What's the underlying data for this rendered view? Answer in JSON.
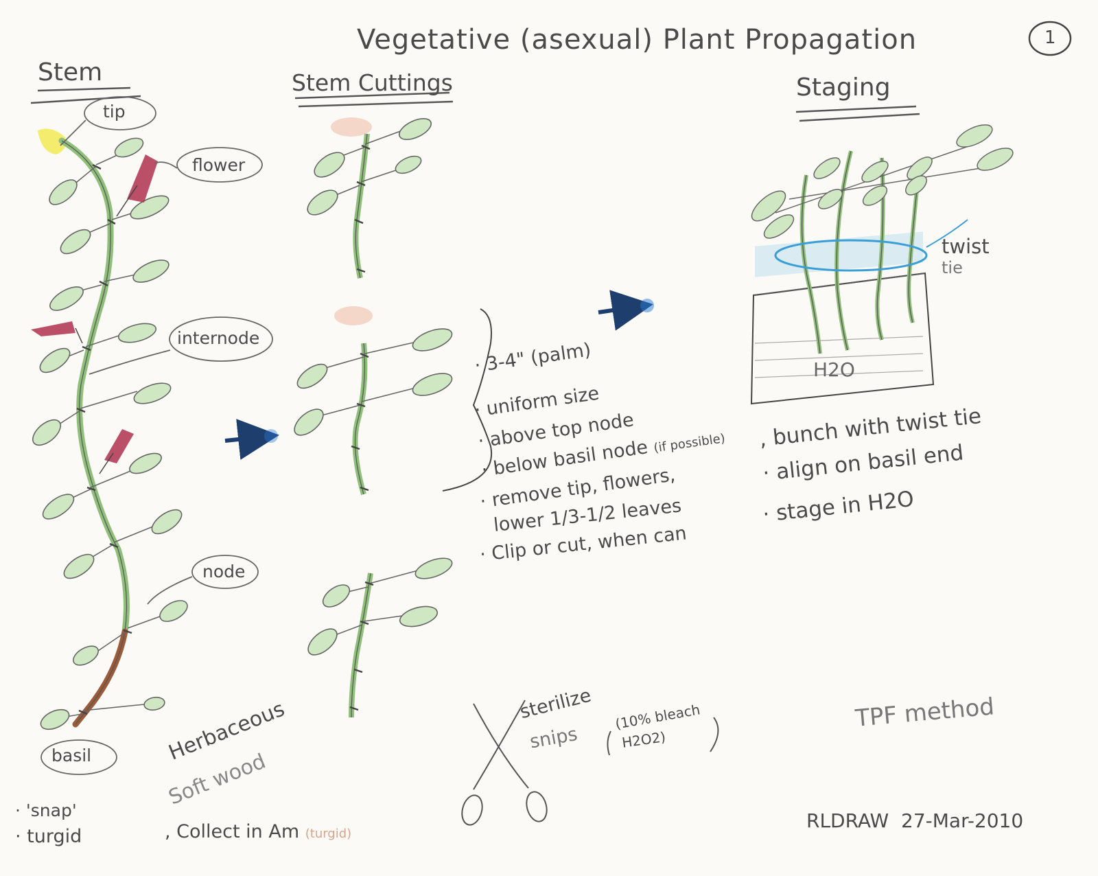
{
  "page": {
    "title": "Vegetative (asexual) Plant Propagation",
    "page_number": "1",
    "credit": "RLDRAW  27-Mar-2010",
    "method": "TPF method"
  },
  "stem_section": {
    "heading": "Stem",
    "labels": {
      "tip": "tip",
      "flower": "flower",
      "internode": "internode",
      "node": "node",
      "basil": "basil"
    },
    "type_lines": [
      "Herbaceous",
      "Soft wood"
    ],
    "bullets": [
      "'snap'",
      "turgid"
    ],
    "collect": "Collect in Am",
    "collect_note": "(turgid)"
  },
  "cuttings_section": {
    "heading": "Stem Cuttings",
    "bullets": [
      "3-4\" (palm)",
      "uniform size",
      "above top node",
      "below basil node",
      "remove tip, flowers,",
      "lower 1/3-1/2 leaves",
      "Clip or cut, when can"
    ],
    "if_possible": "(if possible)"
  },
  "staging_section": {
    "heading": "Staging",
    "twist_tie_label": [
      "twist",
      "tie"
    ],
    "water_label": "H2O",
    "bullets": [
      "bunch with twist tie",
      "align on basil end",
      "stage in H2O"
    ]
  },
  "snips": {
    "lines": [
      "sterilize",
      "snips"
    ],
    "solution": [
      "(10% bleach",
      "H2O2)"
    ]
  },
  "colors": {
    "pencil": "#555555",
    "stem_green": "#8fbf7a",
    "leaf_green": "#a9d49a",
    "flower": "#b0304f",
    "tip_yellow": "#f2e84a",
    "base_brown": "#9b5a3a",
    "arrow_blue": "#2a5c9c",
    "water_blue": "#9fd0e8",
    "tie_blue": "#3a9ed6"
  }
}
